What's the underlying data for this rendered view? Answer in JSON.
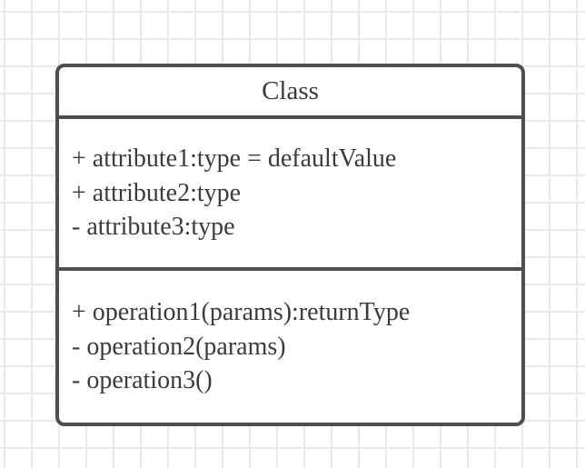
{
  "uml": {
    "class_name": "Class",
    "attributes": [
      "+ attribute1:type = defaultValue",
      "+ attribute2:type",
      "- attribute3:type"
    ],
    "operations": [
      "+ operation1(params):returnType",
      "- operation2(params)",
      "- operation3()"
    ]
  },
  "colors": {
    "box_border": "#4e4e4e",
    "text": "#3b3b3b",
    "grid_line": "#e9e9e9",
    "background": "#ffffff"
  }
}
